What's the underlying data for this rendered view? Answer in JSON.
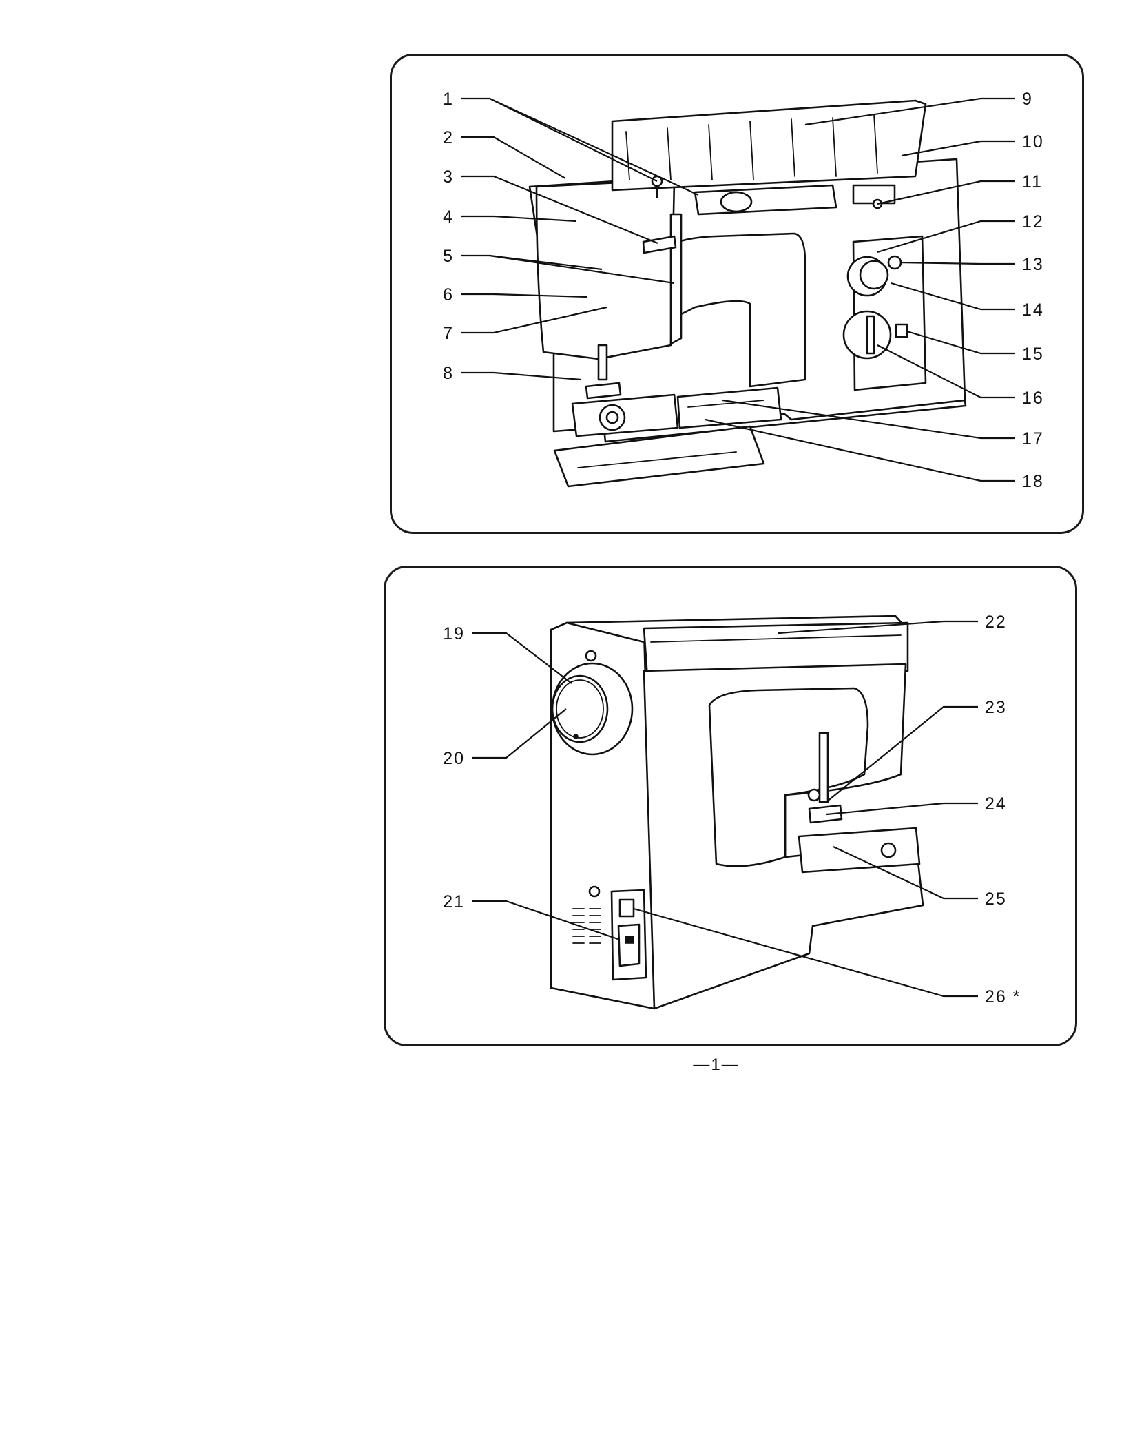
{
  "front_view": {
    "callouts": [
      "1",
      "2",
      "3",
      "4",
      "5",
      "6",
      "7",
      "8",
      "9",
      "10",
      "11",
      "12",
      "13",
      "14",
      "15",
      "16",
      "17",
      "18"
    ]
  },
  "rear_view": {
    "callouts": [
      "19",
      "20",
      "21",
      "22",
      "23",
      "24",
      "25",
      "26 *"
    ]
  },
  "page_number": "—1—"
}
